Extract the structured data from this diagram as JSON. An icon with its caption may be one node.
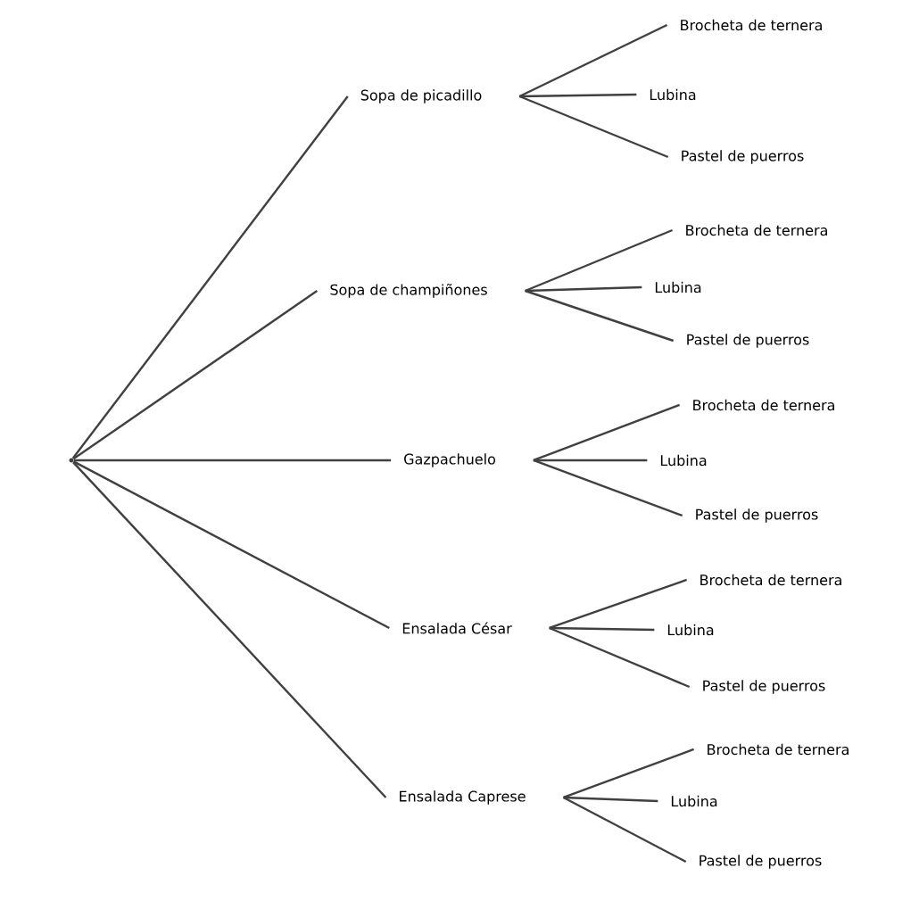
{
  "diagram": {
    "nodes": [
      {
        "text": [],
        "shape": "dot"
      },
      {
        "text": [
          "Sopa de picadillo"
        ]
      },
      {
        "text": [
          "Brocheta de ternera"
        ]
      },
      {
        "text": [
          "Lubina"
        ]
      },
      {
        "text": [
          "Pastel de puerros"
        ]
      },
      {
        "text": [
          "Sopa de champiñones"
        ]
      },
      {
        "text": [
          "Brocheta de ternera"
        ]
      },
      {
        "text": [
          "Lubina"
        ]
      },
      {
        "text": [
          "Pastel de puerros"
        ]
      },
      {
        "text": [
          "Gazpachuelo"
        ]
      },
      {
        "text": [
          "Brocheta de ternera"
        ]
      },
      {
        "text": [
          "Lubina"
        ]
      },
      {
        "text": [
          "Pastel de puerros"
        ]
      },
      {
        "text": [
          "Ensalada César"
        ]
      },
      {
        "text": [
          "Brocheta de ternera"
        ]
      },
      {
        "text": [
          "Lubina"
        ]
      },
      {
        "text": [
          "Pastel de puerros"
        ]
      },
      {
        "text": [
          "Ensalada Caprese"
        ]
      },
      {
        "text": [
          "Brocheta de ternera"
        ]
      },
      {
        "text": [
          "Lubina"
        ]
      },
      {
        "text": [
          "Pastel de puerros"
        ]
      }
    ],
    "edges": [
      {
        "from": 0,
        "to": 1,
        "arrow": "none"
      },
      {
        "from": 0,
        "to": 5,
        "arrow": "none"
      },
      {
        "from": 0,
        "to": 9,
        "arrow": "none"
      },
      {
        "from": 0,
        "to": 13,
        "arrow": "none"
      },
      {
        "from": 0,
        "to": 17,
        "arrow": "none"
      },
      {
        "from": 1,
        "to": 2,
        "arrow": "none"
      },
      {
        "from": 1,
        "to": 3,
        "arrow": "none"
      },
      {
        "from": 1,
        "to": 4,
        "arrow": "none"
      },
      {
        "from": 5,
        "to": 6,
        "arrow": "none"
      },
      {
        "from": 5,
        "to": 7,
        "arrow": "none"
      },
      {
        "from": 5,
        "to": 8,
        "arrow": "none"
      },
      {
        "from": 9,
        "to": 10,
        "arrow": "none"
      },
      {
        "from": 9,
        "to": 11,
        "arrow": "none"
      },
      {
        "from": 9,
        "to": 12,
        "arrow": "none"
      },
      {
        "from": 13,
        "to": 14,
        "arrow": "none"
      },
      {
        "from": 13,
        "to": 15,
        "arrow": "none"
      },
      {
        "from": 13,
        "to": 16,
        "arrow": "none"
      },
      {
        "from": 17,
        "to": 18,
        "arrow": "none"
      },
      {
        "from": 17,
        "to": 19,
        "arrow": "none"
      },
      {
        "from": 17,
        "to": 20,
        "arrow": "none"
      }
    ]
  }
}
